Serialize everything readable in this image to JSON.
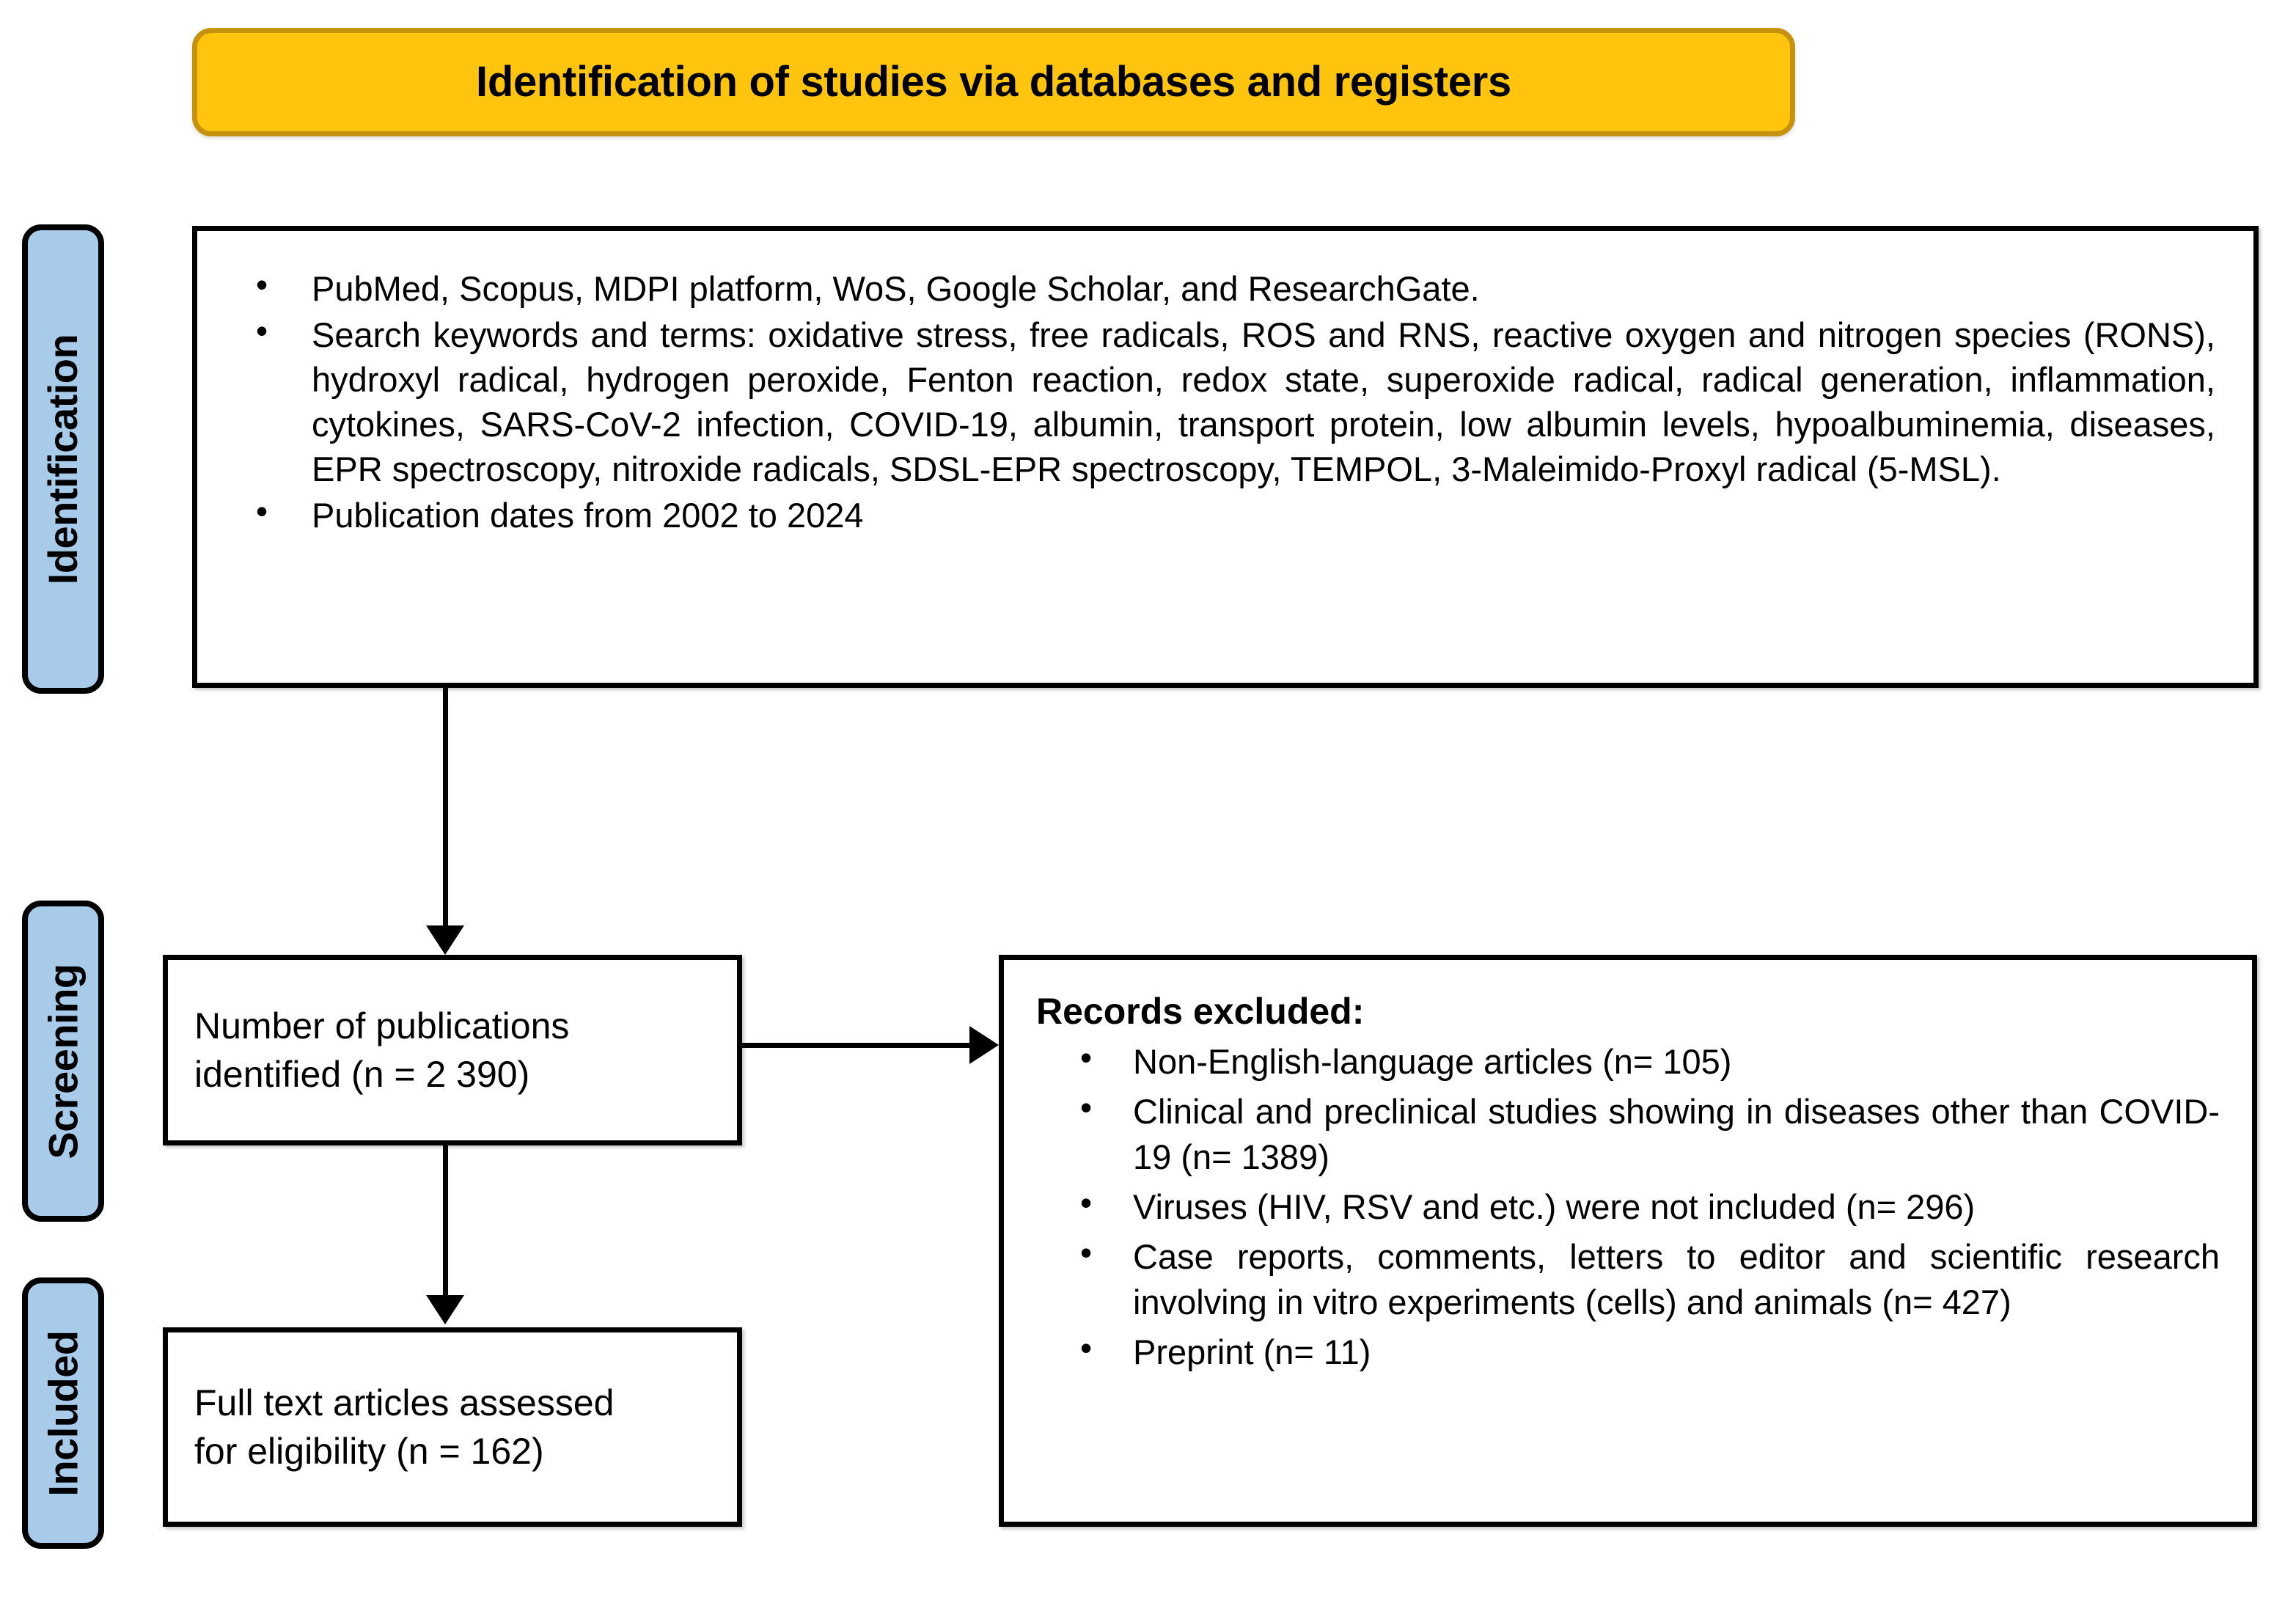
{
  "header": {
    "title": "Identification of studies via databases and registers",
    "background_color": "#FFC40D",
    "border_color": "#C89211"
  },
  "stages": {
    "color": "#A8CBEA",
    "identification": "Identification",
    "screening": "Screening",
    "included": "Included"
  },
  "identification_box": {
    "bullets": [
      "PubMed, Scopus, MDPI platform, WoS, Google Scholar, and ResearchGate.",
      "Search keywords and terms: oxidative stress, free radicals, ROS and RNS, reactive oxygen and nitrogen species (RONS), hydroxyl radical, hydrogen peroxide, Fenton reaction, redox state, superoxide radical, radical generation, inflammation, cytokines, SARS-CoV-2 infection, COVID-19, albumin, transport protein, low albumin levels, hypoalbuminemia, diseases, EPR spectroscopy, nitroxide radicals, SDSL-EPR spectroscopy, TEMPOL, 3-Maleimido-Proxyl radical (5-MSL).",
      "Publication dates from 2002 to 2024"
    ]
  },
  "publications_box": {
    "line1": "Number of publications",
    "line2": "identified (n = 2 390)"
  },
  "fulltext_box": {
    "line1": "Full text articles assessed",
    "line2": "for eligibility (n = 162)"
  },
  "excluded_box": {
    "title": "Records excluded:",
    "items": [
      "Non-English-language articles (n= 105)",
      "Clinical and preclinical studies showing in diseases other than COVID-19 (n= 1389)",
      "Viruses (HIV, RSV and etc.) were not included (n= 296)",
      "Case reports, comments, letters to editor and scientific research involving in vitro experiments (cells) and animals  (n= 427)",
      "Preprint (n= 11)"
    ]
  }
}
